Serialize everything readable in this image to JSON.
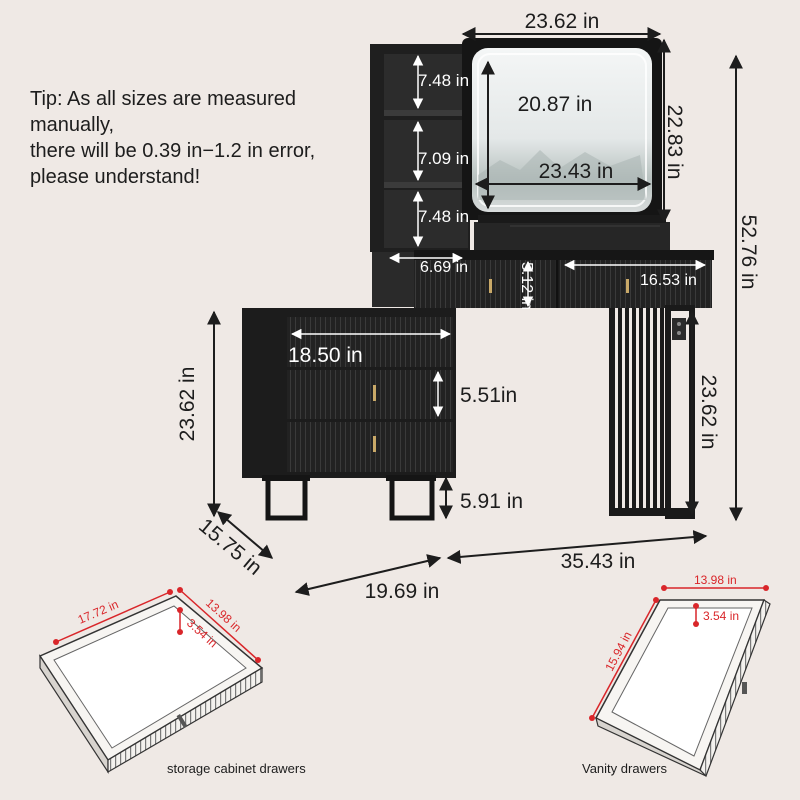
{
  "tip": {
    "line1": "Tip:  As all sizes are measured",
    "line2": "manually,",
    "line3": "there will be 0.39 in−1.2 in error,",
    "line4": "please understand!"
  },
  "dimensions": {
    "mirror_width": "23.62 in",
    "mirror_height": "22.83 in",
    "mirror_inner_height": "20.87 in",
    "mirror_inner_width": "23.43 in",
    "shelf_top": "7.48 in",
    "shelf_middle": "7.09 in",
    "shelf_bottom": "7.48 in",
    "shelf_width": "6.69 in",
    "vanity_drawer_height": "5.12 in",
    "vanity_drawer_width": "16.53 in",
    "total_height": "52.76 in",
    "cabinet_drawer_width": "18.50 in",
    "cabinet_drawer_height": "5.51in",
    "cabinet_height": "23.62 in",
    "desk_height": "23.62 in",
    "leg_height": "5.91 in",
    "cabinet_depth": "15.75 in",
    "cabinet_width": "19.69 in",
    "desk_width": "35.43 in"
  },
  "storage_drawer": {
    "caption": "storage cabinet drawers",
    "length": "17.72 in",
    "width": "13.98 in",
    "depth": "3.54 in"
  },
  "vanity_drawer": {
    "caption": "Vanity drawers",
    "width": "13.98 in",
    "length": "15.94 in",
    "depth": "3.54 in"
  },
  "colors": {
    "background": "#efe9e5",
    "furniture": "#1e1e1e",
    "dimension_line": "#1d1d1d",
    "drawer_measure": "#d9262a",
    "handle": "#c9a968"
  }
}
